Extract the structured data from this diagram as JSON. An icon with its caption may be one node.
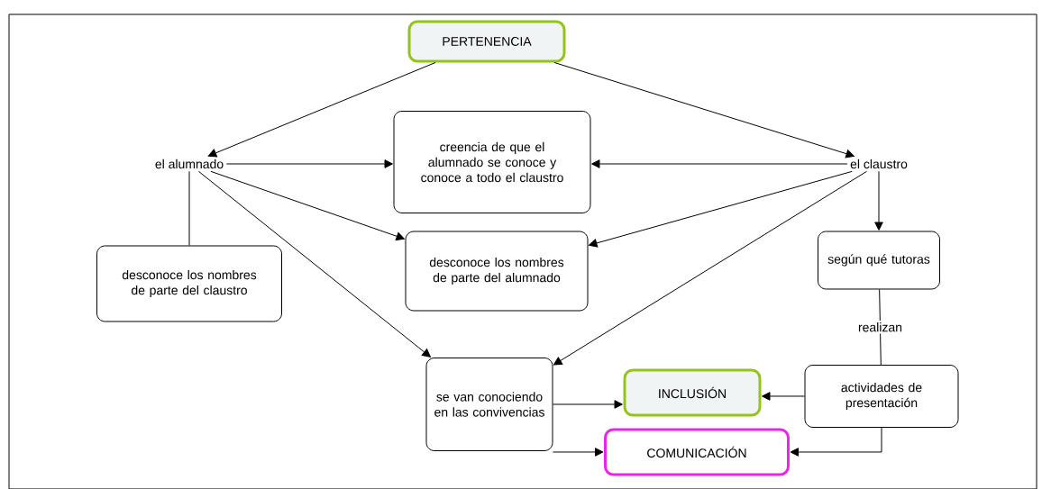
{
  "diagram": {
    "nodes": [
      {
        "text": [
          "PERTENENCIA"
        ]
      },
      {
        "text": [
          "el alumnado"
        ]
      },
      {
        "text": [
          "creencia de que el alumnado se conoce y conoce a todo el claustro"
        ]
      },
      {
        "text": [
          "el claustro"
        ]
      },
      {
        "text": [
          "desconoce los nombres de parte del alumnado"
        ]
      },
      {
        "text": [
          "desconoce los nombres de parte del claustro"
        ]
      },
      {
        "text": [
          "según qué tutoras"
        ]
      },
      {
        "text": [
          "se van conociendo en las convivencias"
        ]
      },
      {
        "text": [
          "INCLUSIÓN"
        ]
      },
      {
        "text": [
          "actividades de presentación"
        ]
      },
      {
        "text": [
          "COMUNICACIÓN"
        ]
      }
    ],
    "edges": [
      {
        "from": 0,
        "to": 1,
        "arrow": "to"
      },
      {
        "from": 0,
        "to": 3,
        "arrow": "to"
      },
      {
        "from": 1,
        "to": 2,
        "arrow": "to"
      },
      {
        "from": 3,
        "to": 2,
        "arrow": "to"
      },
      {
        "from": 1,
        "to": 4,
        "arrow": "to"
      },
      {
        "from": 3,
        "to": 4,
        "arrow": "to"
      },
      {
        "from": 1,
        "to": 5,
        "arrow": "none"
      },
      {
        "from": 1,
        "to": 7,
        "arrow": "to"
      },
      {
        "from": 3,
        "to": 7,
        "arrow": "to"
      },
      {
        "from": 3,
        "to": 6,
        "arrow": "to"
      },
      {
        "from": 6,
        "to": 9,
        "arrow": "none",
        "label": "realizan"
      },
      {
        "from": 7,
        "to": 8,
        "arrow": "to"
      },
      {
        "from": 7,
        "to": 10,
        "arrow": "to"
      },
      {
        "from": 9,
        "to": 8,
        "arrow": "to"
      },
      {
        "from": 9,
        "to": 10,
        "arrow": "to"
      }
    ]
  }
}
